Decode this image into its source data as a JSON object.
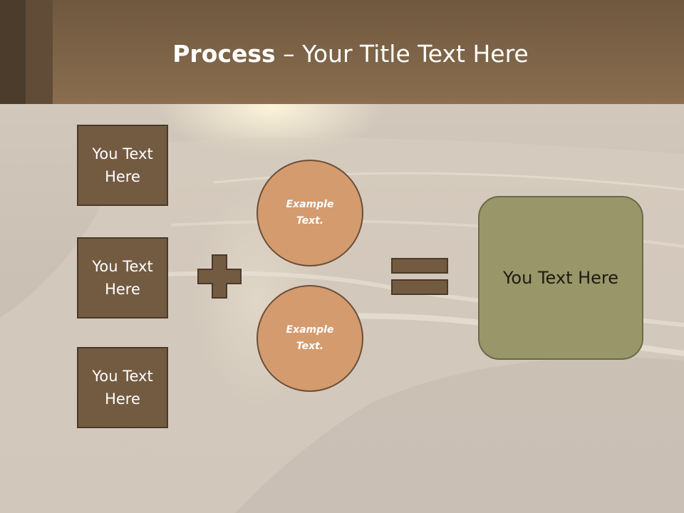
{
  "title": {
    "bold": "Process",
    "rest": " – Your Title Text Here"
  },
  "left_boxes": [
    {
      "line1": "You Text",
      "line2": "Here"
    },
    {
      "line1": "You Text",
      "line2": "Here"
    },
    {
      "line1": "You Text",
      "line2": "Here"
    }
  ],
  "circles": [
    {
      "line1": "Example",
      "line2": "Text."
    },
    {
      "line1": "Example",
      "line2": "Text."
    }
  ],
  "result": {
    "text": "You Text Here"
  },
  "colors": {
    "header": "#8a6e4f",
    "box_fill": "#735b42",
    "circle_fill": "#d49b6e",
    "result_fill": "#999669"
  },
  "icons": [
    "plus-icon",
    "equals-icon"
  ]
}
